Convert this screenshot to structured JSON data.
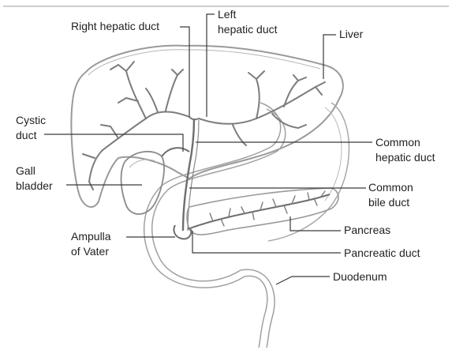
{
  "labels": {
    "right_hepatic_duct": "Right hepatic duct",
    "left_hepatic_duct": "Left\nhepatic duct",
    "liver": "Liver",
    "cystic_duct": "Cystic\nduct",
    "gall_bladder": "Gall\nbladder",
    "common_hepatic_duct": "Common\nhepatic duct",
    "common_bile_duct": "Common\nbile duct",
    "pancreas": "Pancreas",
    "ampulla_of_vater": "Ampulla\nof Vater",
    "pancreatic_duct": "Pancreatic duct",
    "duodenum": "Duodenum"
  },
  "colors": {
    "outline": "#9a9a9a",
    "duct": "#7c7c7c",
    "leader": "#3a3a3a",
    "text": "#222222",
    "rule": "#bdbdbd"
  }
}
